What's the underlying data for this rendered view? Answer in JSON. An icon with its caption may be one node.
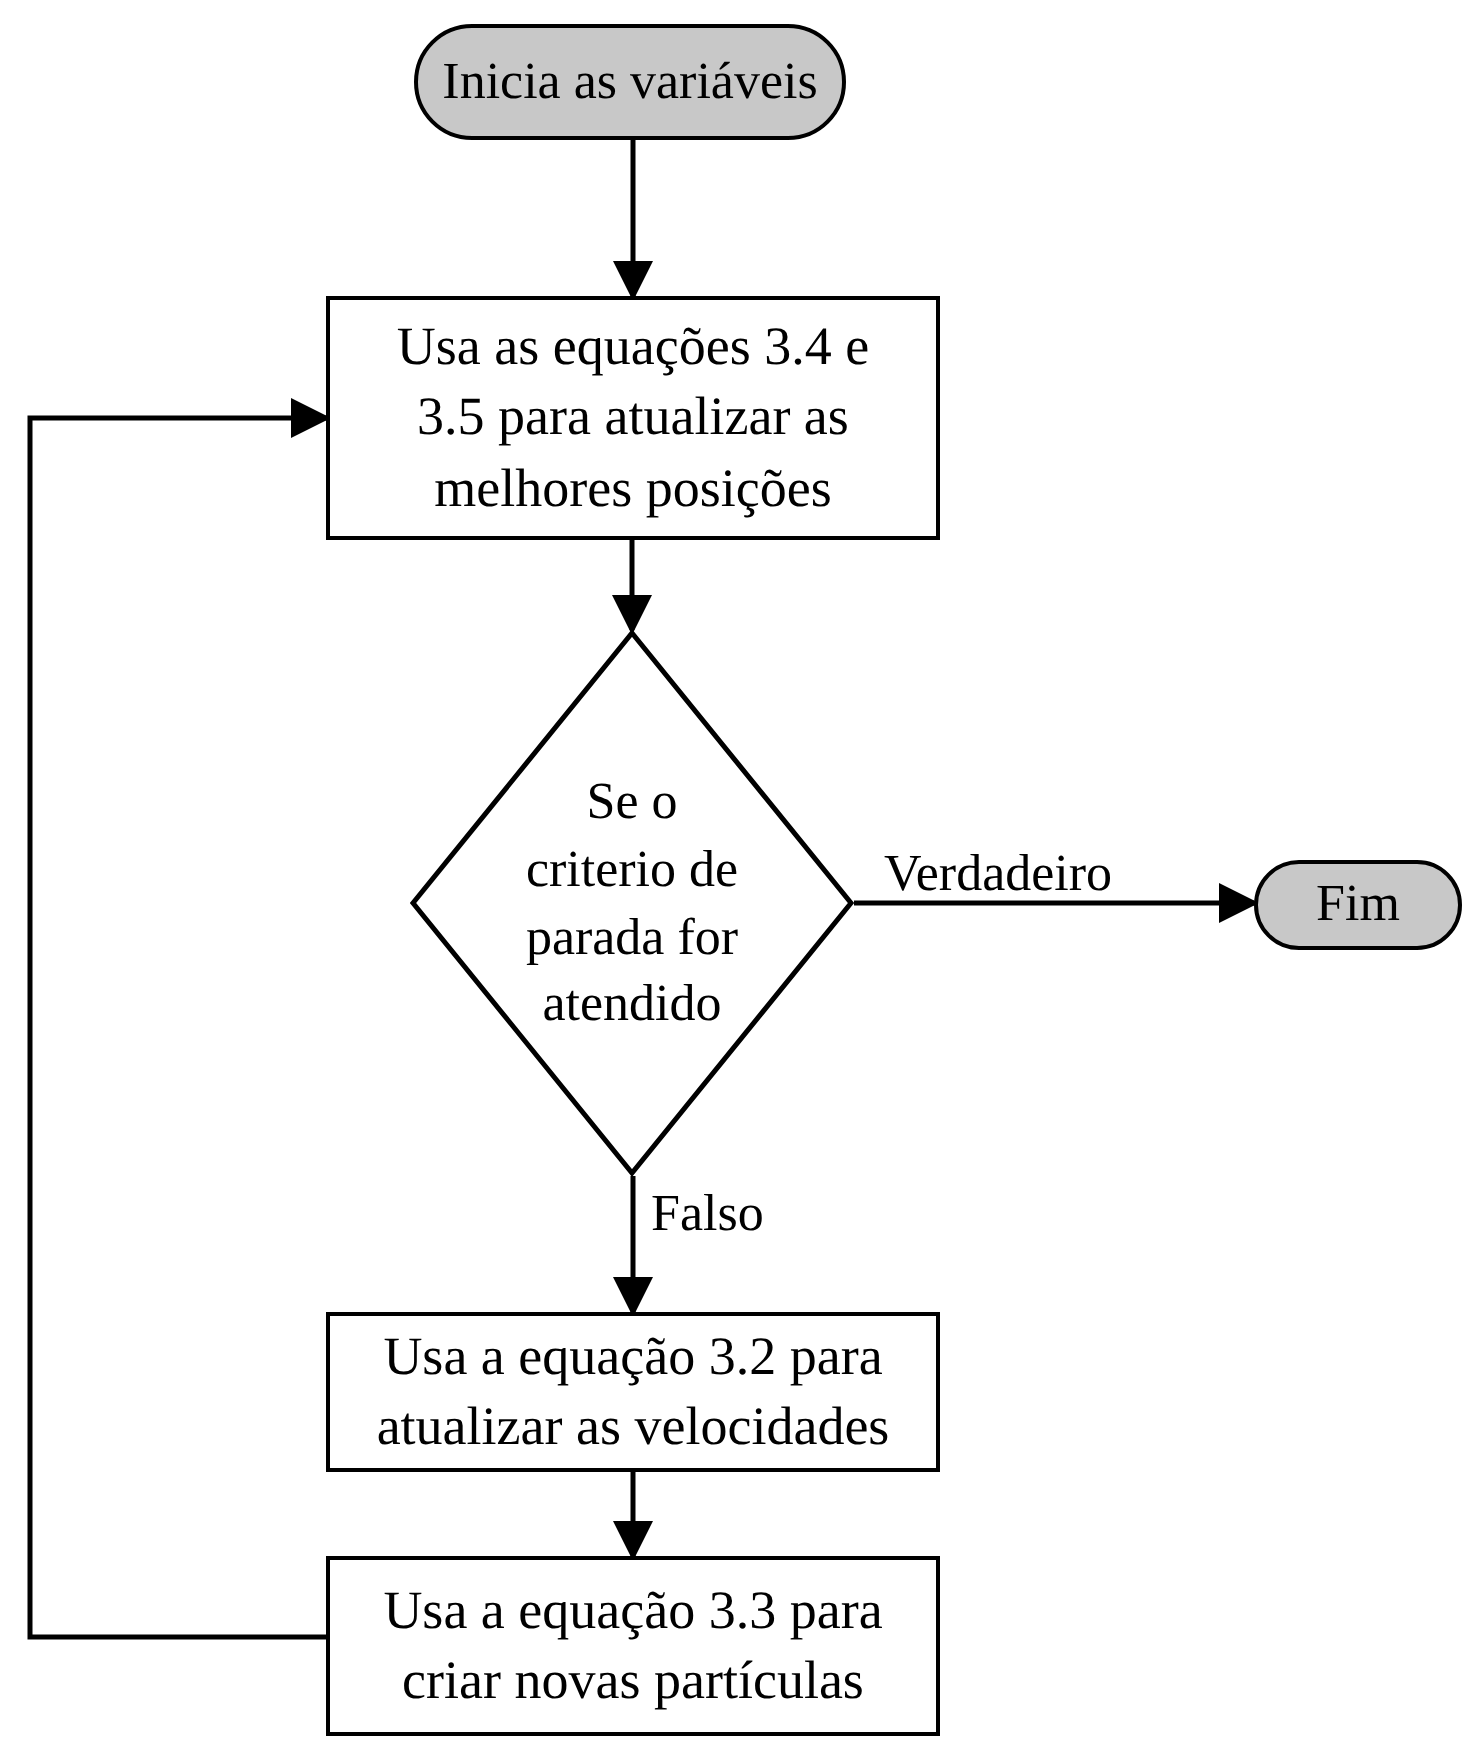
{
  "diagram": {
    "nodes": [
      {
        "text": [
          "Inicia as variáveis"
        ]
      },
      {
        "text": [
          "Usa as equações 3.4 e 3.5 para atualizar as melhores posições"
        ]
      },
      {
        "text": [
          "Se o criterio de parada for atendido"
        ]
      },
      {
        "text": [
          "Fim"
        ]
      },
      {
        "text": [
          "Usa a equação 3.2 para atualizar as velocidades"
        ]
      },
      {
        "text": [
          "Usa a equação 3.3 para criar novas partículas"
        ]
      }
    ],
    "edges": [
      {
        "from": 0,
        "to": 1,
        "arrow": "to"
      },
      {
        "from": 1,
        "to": 2,
        "arrow": "to"
      },
      {
        "from": 2,
        "to": 3,
        "arrow": "to",
        "label": "Verdadeiro"
      },
      {
        "from": 2,
        "to": 4,
        "arrow": "to",
        "label": "Falso"
      },
      {
        "from": 4,
        "to": 5,
        "arrow": "to"
      },
      {
        "from": 5,
        "to": 1,
        "arrow": "to"
      }
    ]
  }
}
